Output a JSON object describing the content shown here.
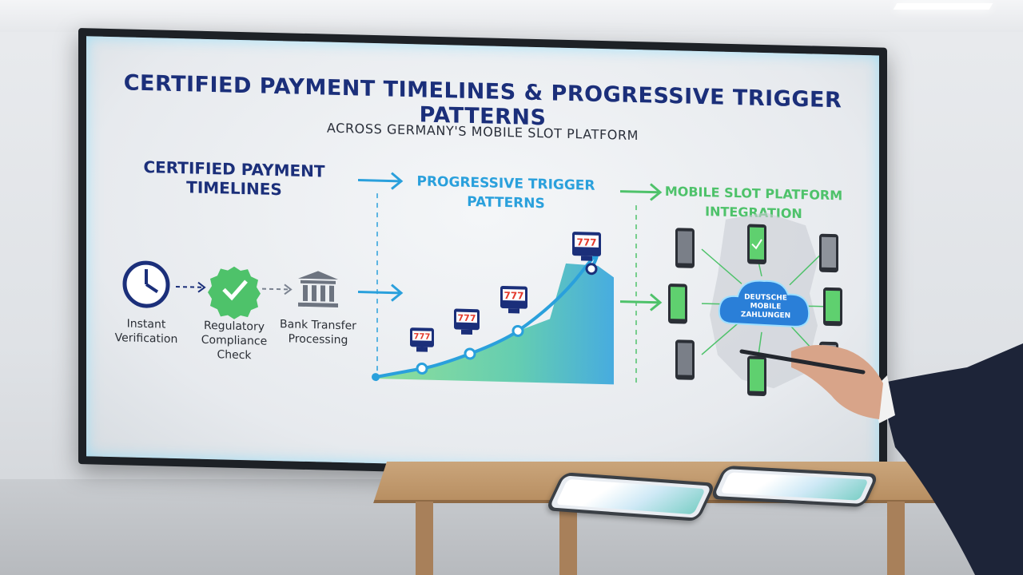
{
  "screen": {
    "title": "CERTIFIED PAYMENT TIMELINES & PROGRESSIVE TRIGGER PATTERNS",
    "subtitle": "ACROSS GERMANY'S MOBILE SLOT PLATFORM",
    "sections": [
      {
        "line1": "CERTIFIED PAYMENT",
        "line2": "TIMELINES"
      },
      {
        "line1": "PROGRESSIVE TRIGGER",
        "line2": "PATTERNS"
      },
      {
        "line1": "MOBILE SLOT PLATFORM",
        "line2": "INTEGRATION"
      }
    ],
    "steps": [
      {
        "line1": "Instant",
        "line2": "Verification",
        "line3": "",
        "icon": "clock-icon"
      },
      {
        "line1": "Regulatory",
        "line2": "Compliance",
        "line3": "Check",
        "icon": "check-badge-icon"
      },
      {
        "line1": "Bank Transfer",
        "line2": "Processing",
        "line3": "",
        "icon": "bank-icon"
      }
    ],
    "slot_symbol": "777",
    "hub": {
      "line1": "DEUTSCHE",
      "line2": "MOBILE",
      "line3": "ZAHLUNGEN"
    }
  },
  "colors": {
    "navy": "#1b2f7a",
    "blue": "#2aa0dc",
    "green": "#4ec26a",
    "accent_red": "#e33b2e"
  }
}
